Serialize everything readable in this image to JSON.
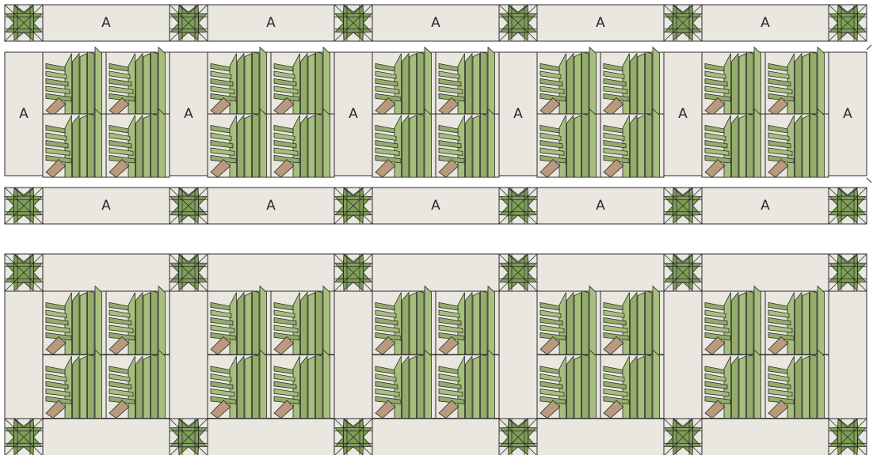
{
  "diagram": {
    "title": "",
    "sashing_label": "A",
    "blocks_per_row": 5,
    "colors": {
      "background_fabric": "#e9e7e0",
      "star_green": "#7f9f57",
      "star_points_light": "#b6c98f",
      "leaf_green": "#a7bf7c",
      "leaf_green_dark": "#93ad69",
      "stem_tan": "#b99a7c",
      "outline": "#2b2b2b"
    },
    "sections": [
      {
        "name": "exploded-view",
        "description_labels": [
          "A",
          "A",
          "A",
          "A",
          "A",
          "A"
        ]
      },
      {
        "name": "assembled-view",
        "description_labels": []
      }
    ]
  }
}
